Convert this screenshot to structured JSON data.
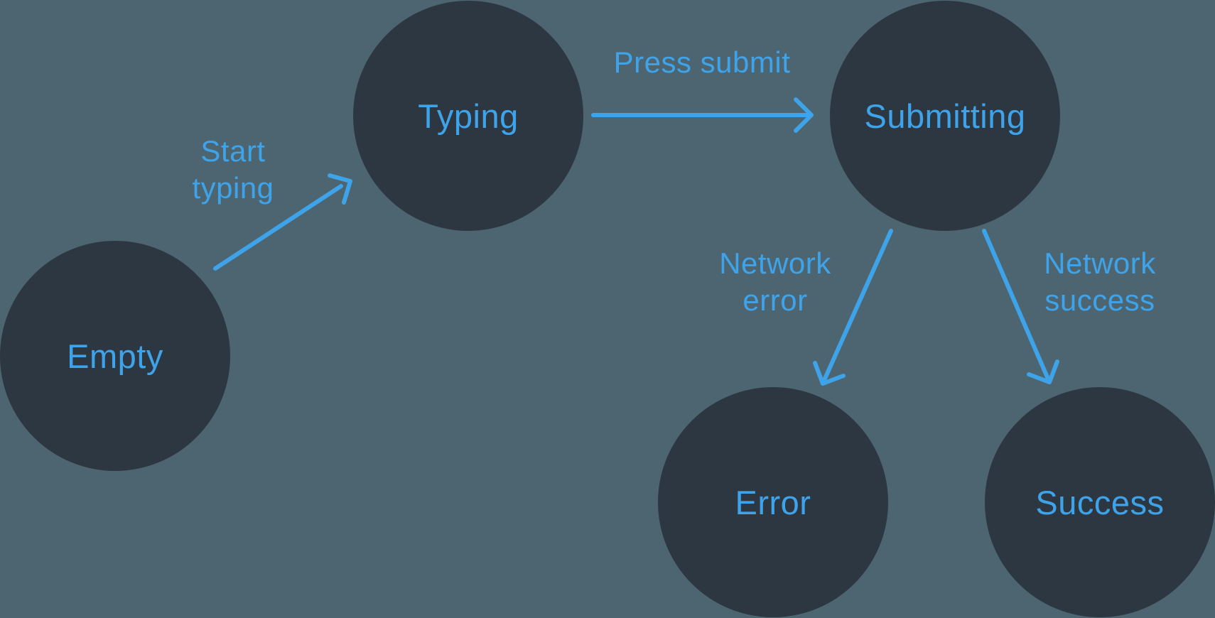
{
  "diagram": {
    "kind": "state-machine",
    "colors": {
      "background": "#4C6571",
      "node_fill": "#2D3742",
      "accent": "#3FA3EA"
    },
    "nodes": [
      {
        "id": "empty",
        "label": "Empty"
      },
      {
        "id": "typing",
        "label": "Typing"
      },
      {
        "id": "submitting",
        "label": "Submitting"
      },
      {
        "id": "error",
        "label": "Error"
      },
      {
        "id": "success",
        "label": "Success"
      }
    ],
    "edges": [
      {
        "from": "empty",
        "to": "typing",
        "label": "Start typing",
        "lines": [
          "Start",
          "typing"
        ]
      },
      {
        "from": "typing",
        "to": "submitting",
        "label": "Press submit",
        "lines": [
          "Press submit"
        ]
      },
      {
        "from": "submitting",
        "to": "error",
        "label": "Network error",
        "lines": [
          "Network",
          "error"
        ]
      },
      {
        "from": "submitting",
        "to": "success",
        "label": "Network success",
        "lines": [
          "Network",
          "success"
        ]
      }
    ]
  }
}
